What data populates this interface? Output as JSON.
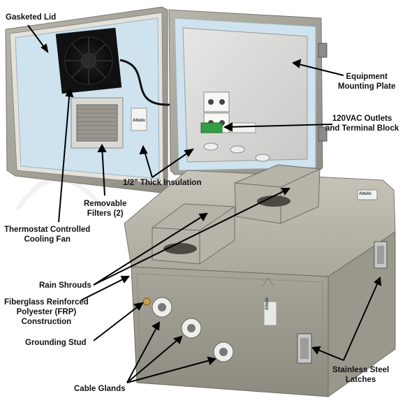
{
  "callouts": {
    "gasketed_lid": [
      "Gasketed Lid"
    ],
    "equipment_mounting_plate": [
      "Equipment",
      "Mounting Plate"
    ],
    "outlets_terminal_block": [
      "120VAC Outlets",
      "and Terminal Block"
    ],
    "insulation": [
      "1/2” Thick Insulation"
    ],
    "removable_filters": [
      "Removable",
      "Filters (2)"
    ],
    "cooling_fan": [
      "Thermostat Controlled",
      "Cooling Fan"
    ],
    "rain_shrouds": [
      "Rain Shrouds"
    ],
    "frp_construction": [
      "Fiberglass Reinforced",
      "Polyester (FRP)",
      "Construction"
    ],
    "grounding_stud": [
      "Grounding Stud"
    ],
    "cable_glands": [
      "Cable Glands"
    ],
    "latches": [
      "Stainless Steel",
      "Latches"
    ]
  },
  "product_marks": {
    "lid_sticker": "Altelix",
    "top_sticker": "Altelix",
    "front_sticker": "Altelix"
  },
  "colors": {
    "enclosure_gray": "#a9a69a",
    "insulation_blue": "#cfe3ef",
    "label_text": "#111111",
    "arrow": "#000000"
  }
}
